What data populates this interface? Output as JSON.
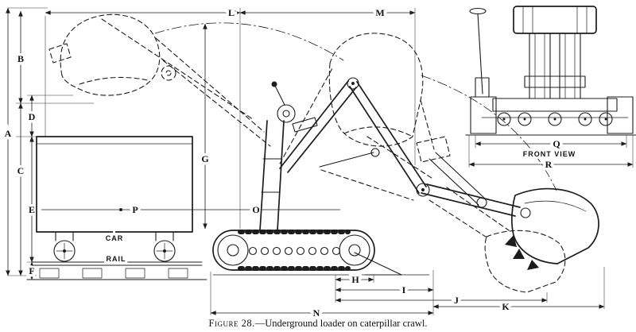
{
  "figure": {
    "caption_prefix": "Figure 28.",
    "caption_rest": "—Underground loader on caterpillar crawl."
  },
  "labels": {
    "A": "A",
    "B": "B",
    "C": "C",
    "D": "D",
    "E": "E",
    "F": "F",
    "G": "G",
    "H": "H",
    "I": "I",
    "J": "J",
    "K": "K",
    "L": "L",
    "M": "M",
    "N": "N",
    "O": "O",
    "P": "P",
    "Q": "Q",
    "R": "R"
  },
  "annotations": {
    "car": "CAR",
    "rail": "RAIL",
    "front_view": "FRONT VIEW"
  },
  "colors": {
    "ink": "#1c1c1c",
    "paper": "#ffffff"
  }
}
